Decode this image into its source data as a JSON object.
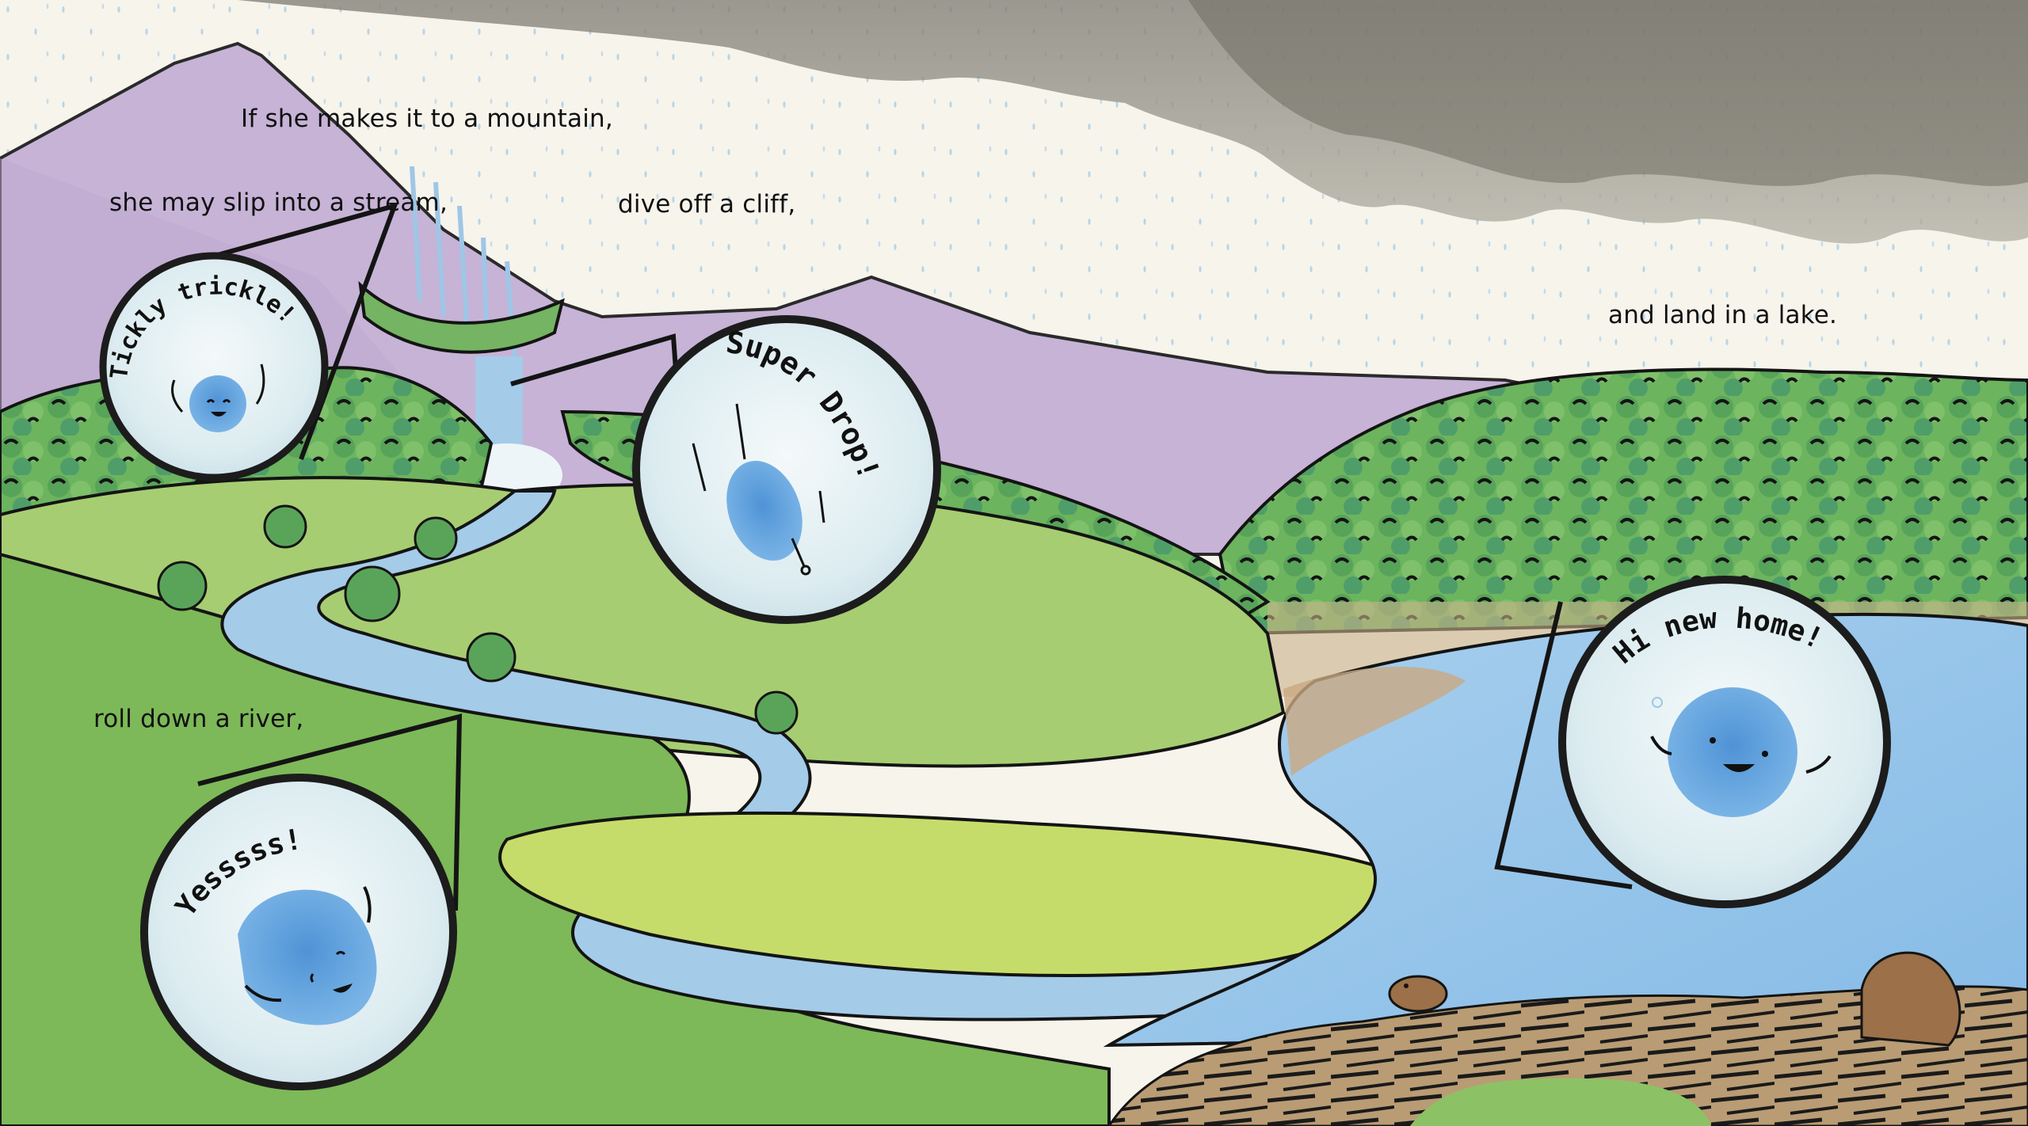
{
  "page": {
    "type": "picture-book-spread",
    "narration": [
      {
        "id": "line1",
        "text": "If she makes it to a mountain,"
      },
      {
        "id": "line2",
        "text": "she may slip into a stream,"
      },
      {
        "id": "line3",
        "text": "dive off a cliff,"
      },
      {
        "id": "line4",
        "text": "roll down a river,"
      },
      {
        "id": "line5",
        "text": "and land in a lake."
      }
    ],
    "speech_bubbles": [
      {
        "id": "tickly",
        "text": "Tickly trickle!",
        "character": "water-drop",
        "expression": "happy-arms-up"
      },
      {
        "id": "super",
        "text": "Super Drop!",
        "character": "water-drop",
        "expression": "falling"
      },
      {
        "id": "yes",
        "text": "Yesssss!",
        "character": "water-drop",
        "expression": "excited"
      },
      {
        "id": "home",
        "text": "Hi new home!",
        "character": "water-drop",
        "expression": "waving"
      }
    ],
    "scene_elements": [
      "storm-cloud",
      "rain",
      "mountain",
      "waterfall",
      "stream",
      "river",
      "forest",
      "meadow",
      "lake",
      "beaver-dam",
      "beavers"
    ],
    "colors": {
      "sky": "#f7f4ec",
      "cloud": "#8f8d80",
      "mountain": "#c9b8d8",
      "meadow": "#9fc86a",
      "hill": "#7fb957",
      "forest": "#5aa456",
      "water": "#9cc8ea",
      "drop": "#5d9fdc",
      "bubble": "#e6f1f4",
      "dam": "#b79a72",
      "ink": "#141414"
    }
  }
}
